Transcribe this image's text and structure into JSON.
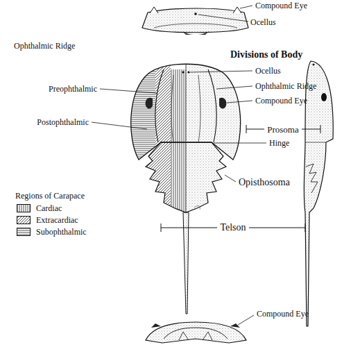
{
  "diagram": {
    "labels": [
      "Compound Eye",
      "Ocellus",
      "Ophthalmic Ridge",
      "Divisions of Body",
      "Preophthalmic",
      "Ocellus",
      "Ophthalmic Ridge",
      "Compound Eye",
      "Postophthalmic",
      "Prosoma",
      "Hinge",
      "Opisthosoma",
      "Regions of Carapace",
      "Telson",
      "Compound Eye"
    ],
    "legend": [
      {
        "text": "Cardiac"
      },
      {
        "text": "Extracardiac"
      },
      {
        "text": "Subophthalmic"
      }
    ]
  }
}
